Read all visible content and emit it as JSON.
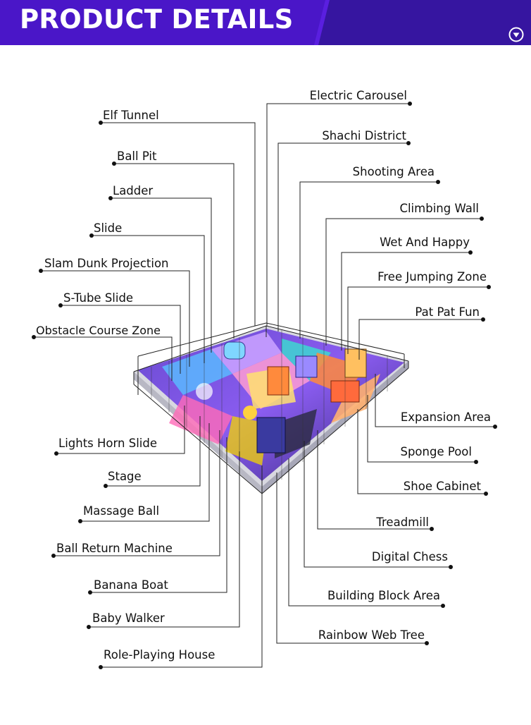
{
  "header": {
    "title": "PRODUCT DETAILS",
    "colors": {
      "primary": "#4a16c8",
      "dark": "#2c0e82",
      "accent": "#7c3cff",
      "text": "#ffffff"
    },
    "scroll_icon": "chevron-down-circle-icon"
  },
  "labels": {
    "left": [
      "Elf Tunnel",
      "Ball Pit",
      "Ladder",
      "Slide",
      "Slam Dunk Projection",
      "S-Tube Slide",
      "Obstacle Course Zone",
      "Lights Horn Slide",
      "Stage",
      "Massage Ball",
      "Ball Return Machine",
      "Banana Boat",
      "Baby Walker",
      "Role-Playing House"
    ],
    "right": [
      "Electric Carousel",
      "Shachi District",
      "Shooting Area",
      "Climbing Wall",
      "Wet And Happy",
      "Free Jumping Zone",
      "Pat Pat Fun",
      "Expansion Area",
      "Sponge Pool",
      "Shoe Cabinet",
      "Treadmill",
      "Digital Chess",
      "Building Block Area",
      "Rainbow Web Tree"
    ]
  }
}
